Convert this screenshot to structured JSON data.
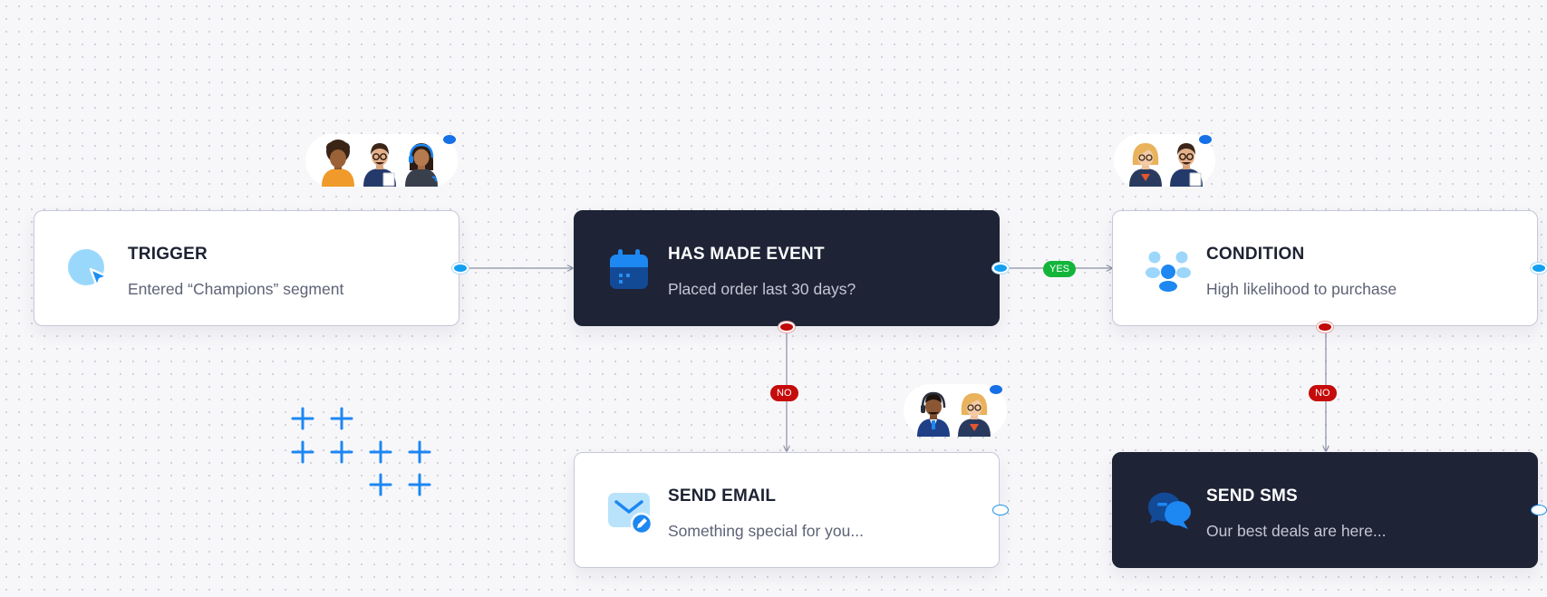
{
  "colors": {
    "canvas": "#f7f7fa",
    "node_light": "#ffffff",
    "node_dark": "#1e2336",
    "port_blue": "#14a0f2",
    "port_red": "#c20a0a",
    "yes_green": "#12b53a",
    "no_red": "#c50b0b",
    "accent_blue": "#1670e6"
  },
  "nodes": {
    "trigger": {
      "title": "TRIGGER",
      "subtitle": "Entered “Champions” segment",
      "icon": "cursor-click-icon",
      "theme": "light"
    },
    "event": {
      "title": "HAS MADE EVENT",
      "subtitle": "Placed order last 30 days?",
      "icon": "calendar-icon",
      "theme": "dark"
    },
    "condition": {
      "title": "CONDITION",
      "subtitle": "High likelihood to purchase",
      "icon": "people-group-icon",
      "theme": "light"
    },
    "email": {
      "title": "SEND EMAIL",
      "subtitle": "Something special for you...",
      "icon": "envelope-edit-icon",
      "theme": "light"
    },
    "sms": {
      "title": "SEND SMS",
      "subtitle": "Our best deals are here...",
      "icon": "chat-bubbles-icon",
      "theme": "dark"
    }
  },
  "edges": {
    "yes_label": "YES",
    "no_label_event": "NO",
    "no_label_condition": "NO"
  },
  "collaborators": {
    "trigger_group": [
      "avatar-woman-curly-hair",
      "avatar-man-glasses-clipboard",
      "avatar-woman-headset"
    ],
    "condition_group": [
      "avatar-woman-blonde-glasses",
      "avatar-man-glasses-clipboard"
    ],
    "email_group": [
      "avatar-man-headset-suit",
      "avatar-woman-blonde-glasses"
    ]
  },
  "decorations": {
    "plus_icon": "plus-icon"
  }
}
